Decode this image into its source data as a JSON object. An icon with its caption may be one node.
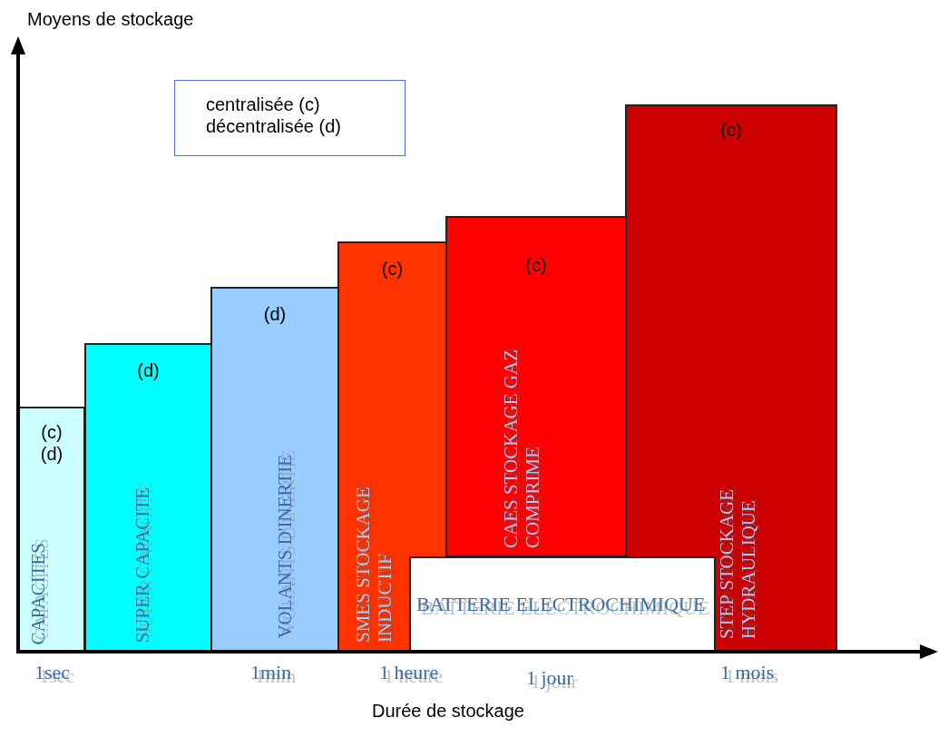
{
  "diagram": {
    "nodes": [
      {
        "text": [
          "centralisée (c)",
          "décentralisée (d)"
        ]
      },
      {
        "text": [
          "(c) (d)",
          "CAPACITES"
        ]
      },
      {
        "text": [
          "(d)",
          "SUPER CAPACITE"
        ]
      },
      {
        "text": [
          "(d)",
          "VOLANTS D'INERTIE"
        ]
      },
      {
        "text": [
          "(c)",
          "SMES STOCKAGE INDUCTIF"
        ]
      },
      {
        "text": [
          "(c)",
          "CAES STOCKAGE GAZ COMPRIME"
        ]
      },
      {
        "text": [
          "(c)",
          "STEP STOCKAGE HYDRAULIQUE"
        ]
      },
      {
        "text": [
          "BATTERIE ELECTROCHIMIQUE"
        ]
      }
    ],
    "edges": [],
    "labels": [
      "Moyens de stockage",
      "1sec",
      "1min",
      "1 heure",
      "1 jour",
      "1 mois",
      "Durée de stockage"
    ]
  }
}
